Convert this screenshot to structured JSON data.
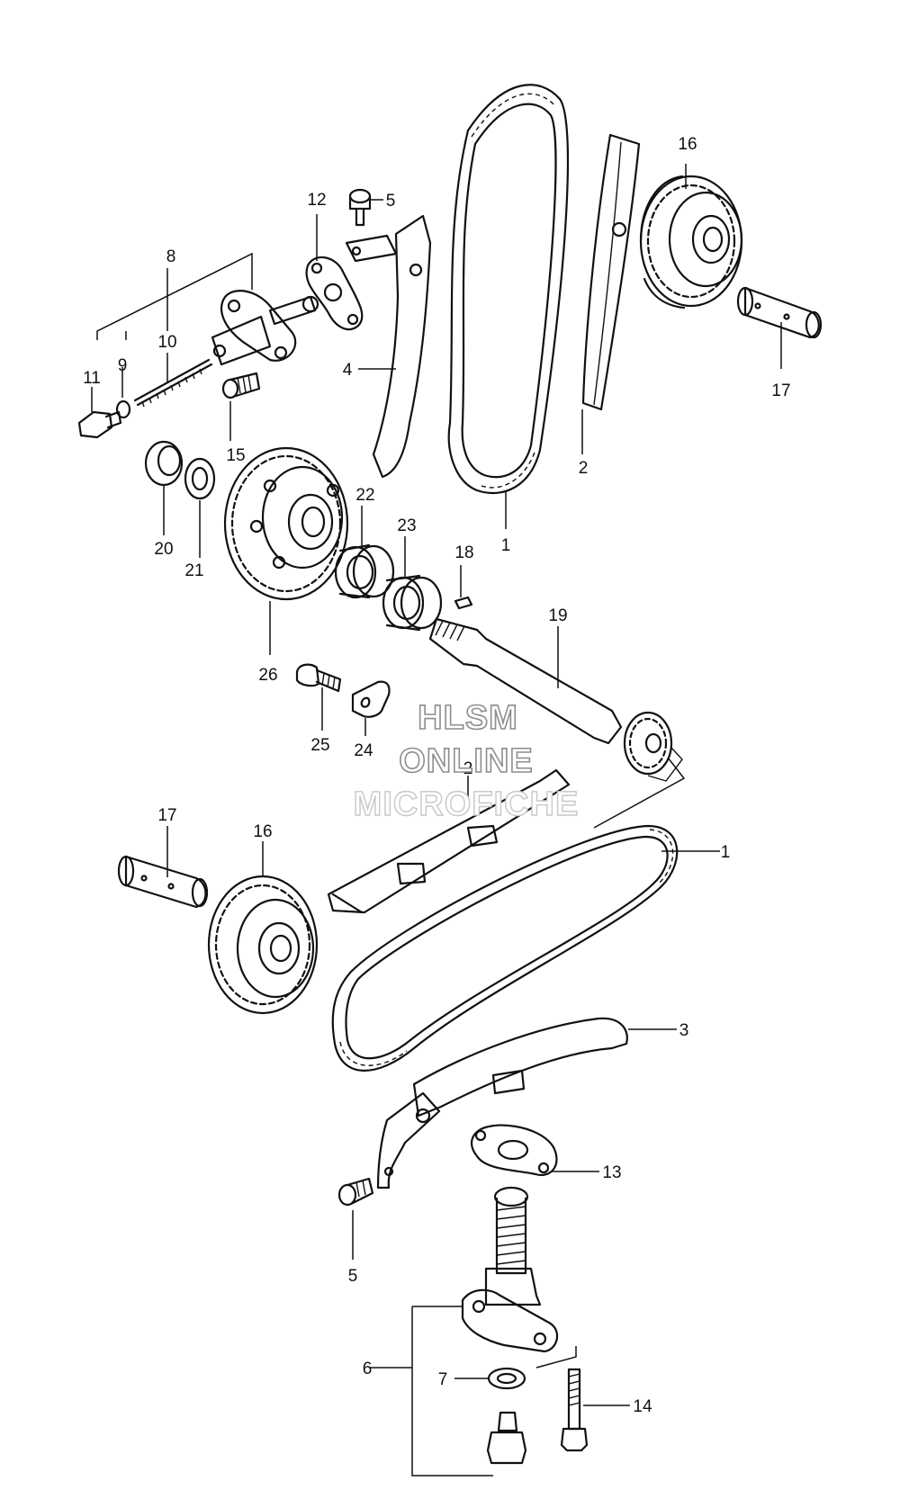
{
  "callouts": {
    "c1a": "1",
    "c1b": "1",
    "c2a": "2",
    "c2b": "2",
    "c3": "3",
    "c4": "4",
    "c5a": "5",
    "c5b": "5",
    "c6": "6",
    "c7": "7",
    "c8": "8",
    "c9": "9",
    "c10": "10",
    "c11": "11",
    "c12": "12",
    "c13": "13",
    "c14": "14",
    "c15": "15",
    "c16a": "16",
    "c16b": "16",
    "c17a": "17",
    "c17b": "17",
    "c18": "18",
    "c19": "19",
    "c20": "20",
    "c21": "21",
    "c22": "22",
    "c23": "23",
    "c24": "24",
    "c25": "25",
    "c26": "26"
  },
  "watermark": {
    "line1": "HLSM",
    "line2": "ONLINE",
    "line3": "MICROFICHE"
  }
}
